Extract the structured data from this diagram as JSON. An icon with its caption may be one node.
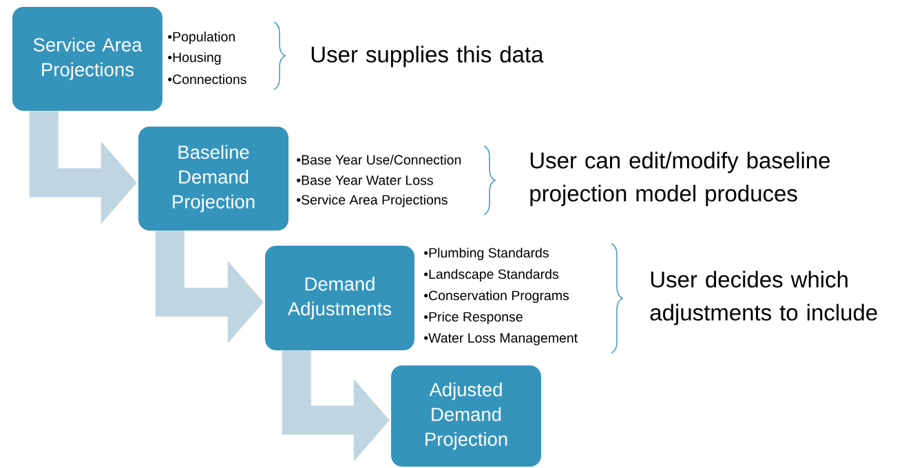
{
  "diagram": {
    "nodes": [
      {
        "text": [
          "Service Area Projections"
        ],
        "beside": [
          "•Population",
          "•Housing",
          "•Connections"
        ]
      },
      {
        "text": [
          "Baseline Demand Projection"
        ],
        "beside": [
          "•Base Year Use/Connection",
          "•Base Year Water Loss",
          "•Service Area Projections"
        ]
      },
      {
        "text": [
          "Demand Adjustments"
        ],
        "beside": [
          "•Plumbing Standards",
          "•Landscape Standards",
          "•Conservation Programs",
          "•Price Response",
          "•Water Loss Management"
        ]
      },
      {
        "text": [
          "Adjusted Demand Projection"
        ]
      }
    ],
    "edges": [
      {
        "from": 0,
        "to": 1,
        "arrow": "to"
      },
      {
        "from": 1,
        "to": 2,
        "arrow": "to"
      },
      {
        "from": 2,
        "to": 3,
        "arrow": "to"
      }
    ],
    "labels": [
      "User supplies this data",
      "User can edit/modify baseline projection model produces",
      "User decides which adjustments to include"
    ]
  }
}
